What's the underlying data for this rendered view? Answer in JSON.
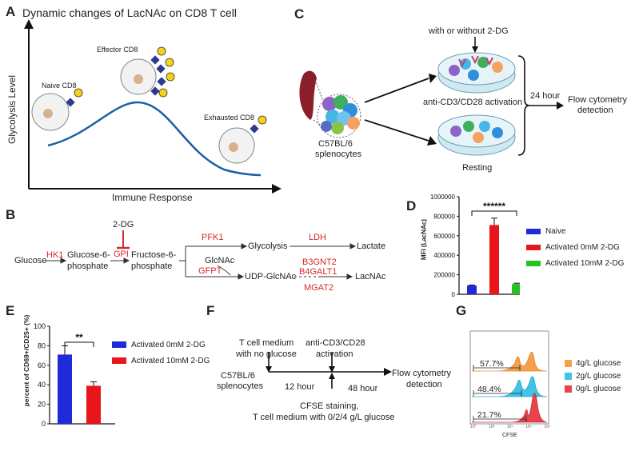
{
  "panelA": {
    "letter": "A",
    "title": "Dynamic changes of LacNAc on CD8 T cell",
    "ylabel": "Glycolysis Level",
    "xlabel": "Immune Response",
    "cells": {
      "naive": "Naive CD8",
      "effector": "Effector CD8",
      "exhausted": "Exhausted CD8"
    }
  },
  "panelB": {
    "letter": "B",
    "drug": "2-DG",
    "glucose": "Glucose",
    "hk1": "HK1",
    "g6p_1": "Glucose-6-",
    "g6p_2": "phosphate",
    "gpi": "GPI",
    "f6p_1": "Fructose-6-",
    "f6p_2": "phosphate",
    "pfk1": "PFK1",
    "glycolysis": "Glycolysis",
    "ldh": "LDH",
    "lactate": "Lactate",
    "glcnac": "GlcNAc",
    "gfpt": "GFPT",
    "udp": "UDP-GlcNAc",
    "b3gnt2": "B3GNT2",
    "b4galt1": "B4GALT1",
    "mgat2": "MGAT2",
    "lacnac": "LacNAc"
  },
  "panelC": {
    "letter": "C",
    "drug_note": "with or without 2-DG",
    "mouse_1": "C57BL/6",
    "mouse_2": "splenocytes",
    "activation": "anti-CD3/CD28 activation",
    "resting": "Resting",
    "time": "24 hour",
    "readout_1": "Flow cytometry",
    "readout_2": "detection"
  },
  "panelD": {
    "letter": "D",
    "significance": "******",
    "colors": {
      "naive": "#1f2bd9",
      "activated_0": "#e8161b",
      "activated_10": "#26c21f"
    },
    "chart_data": {
      "type": "bar",
      "ylabel": "MFI (LacNAc)",
      "ylim": [
        0,
        1000000
      ],
      "yticks": [
        "0",
        "200000",
        "400000",
        "600000",
        "800000",
        "1000000"
      ],
      "categories": [
        "Naive",
        "Activated 0mM 2-DG",
        "Activated 10mM 2-DG"
      ],
      "values": [
        90000,
        710000,
        105000
      ],
      "errors": [
        5000,
        70000,
        8000
      ],
      "legend": [
        "Naive",
        "Activated 0mM 2-DG",
        "Activated 10mM 2-DG"
      ]
    }
  },
  "panelE": {
    "letter": "E",
    "significance": "**",
    "colors": {
      "activated_0": "#1f2bd9",
      "activated_10": "#e8161b"
    },
    "chart_data": {
      "type": "bar",
      "ylabel": "percent of CD69+/CD25+ (%)",
      "ylim": [
        0,
        100
      ],
      "yticks": [
        "0",
        "20",
        "40",
        "60",
        "80",
        "100"
      ],
      "categories": [
        "Activated 0mM 2-DG",
        "Activated 10mM 2-DG"
      ],
      "values": [
        71,
        39
      ],
      "errors": [
        9,
        4
      ],
      "legend": [
        "Activated 0mM 2-DG",
        "Activated 10mM 2-DG"
      ]
    }
  },
  "panelF": {
    "letter": "F",
    "medium_1": "T cell medium",
    "medium_2": "with no glucose",
    "act_1": "anti-CD3/CD28",
    "act_2": "activation",
    "mouse_1": "C57BL/6",
    "mouse_2": "splenocytes",
    "t12": "12 hour",
    "t48": "48 hour",
    "readout_1": "Flow cytometry",
    "readout_2": "detection",
    "cfse_1": "CFSE staining,",
    "cfse_2": "T cell medium with 0/2/4 g/L glucose"
  },
  "panelG": {
    "letter": "G",
    "xlabel": "CFSE",
    "xticks": [
      "10°",
      "10³",
      "10⁴",
      "10⁵",
      "10⁶"
    ],
    "colors": {
      "g4": "#f5a04a",
      "g2": "#3fc3e6",
      "g0": "#e8424a"
    },
    "chart_data": {
      "type": "area",
      "xlabel": "CFSE",
      "series": [
        {
          "name": "4g/L glucose",
          "gate_percent": "57.7%"
        },
        {
          "name": "2g/L glucose",
          "gate_percent": "48.4%"
        },
        {
          "name": "0g/L glucose",
          "gate_percent": "21.7%"
        }
      ]
    }
  }
}
